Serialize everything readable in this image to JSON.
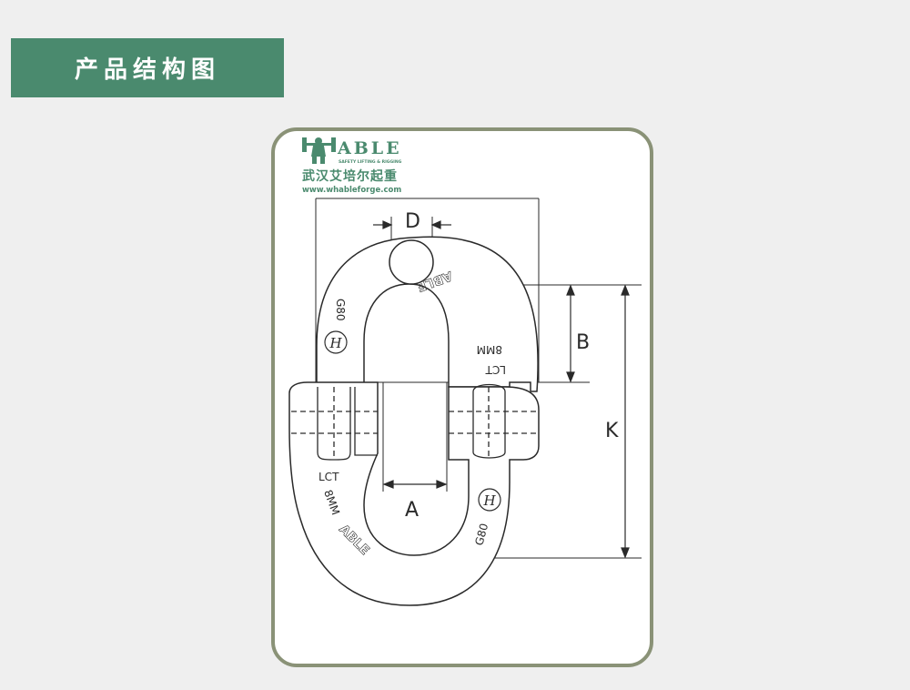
{
  "header": {
    "title": "产品结构图"
  },
  "brand": {
    "name": "ABLE",
    "tagline": "SAFETY LIFTING & RIGGING",
    "chinese_name": "武汉艾培尔起重",
    "website": "www.whableforge.com",
    "color": "#4a8a6e"
  },
  "link_markings": {
    "grade": "G80",
    "size": "8MM",
    "cert": "LCT",
    "logo_text": "ABLE",
    "emblem": "H"
  },
  "dimensions": {
    "d": "D",
    "b": "B",
    "k": "K",
    "a": "A"
  },
  "colors": {
    "header_bg": "#4a8a6e",
    "panel_border": "#8a9277",
    "line": "#2a2a2a"
  }
}
